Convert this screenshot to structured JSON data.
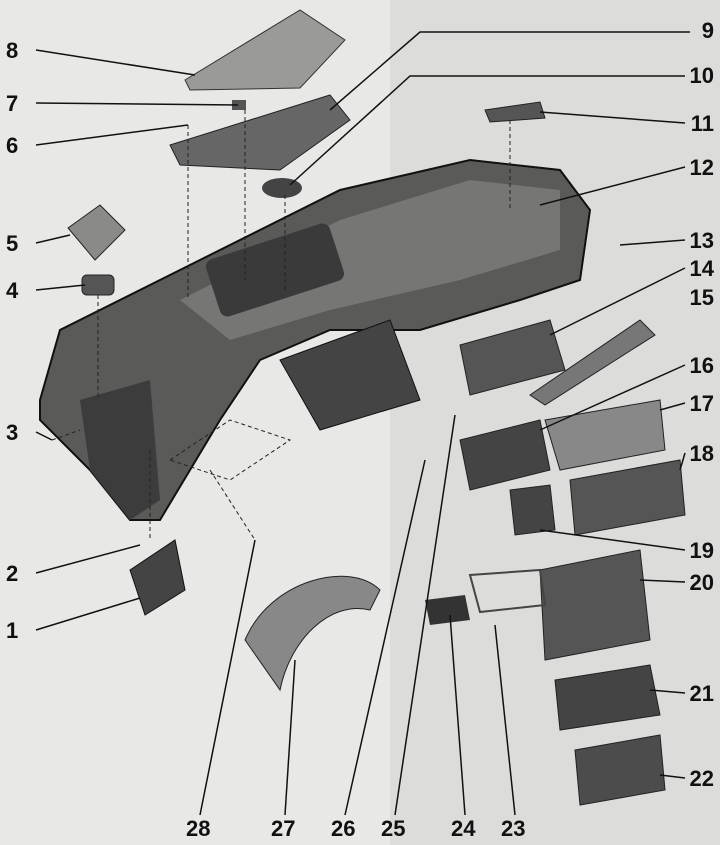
{
  "diagram": {
    "type": "exploded-view",
    "callouts": {
      "c1": "1",
      "c2": "2",
      "c3": "3",
      "c4": "4",
      "c5": "5",
      "c6": "6",
      "c7": "7",
      "c8": "8",
      "c9": "9",
      "c10": "10",
      "c11": "11",
      "c12": "12",
      "c13": "13",
      "c14": "14",
      "c15": "15",
      "c16": "16",
      "c17": "17",
      "c18": "18",
      "c19": "19",
      "c20": "20",
      "c21": "21",
      "c22": "22",
      "c23": "23",
      "c24": "24",
      "c25": "25",
      "c26": "26",
      "c27": "27",
      "c28": "28"
    }
  }
}
